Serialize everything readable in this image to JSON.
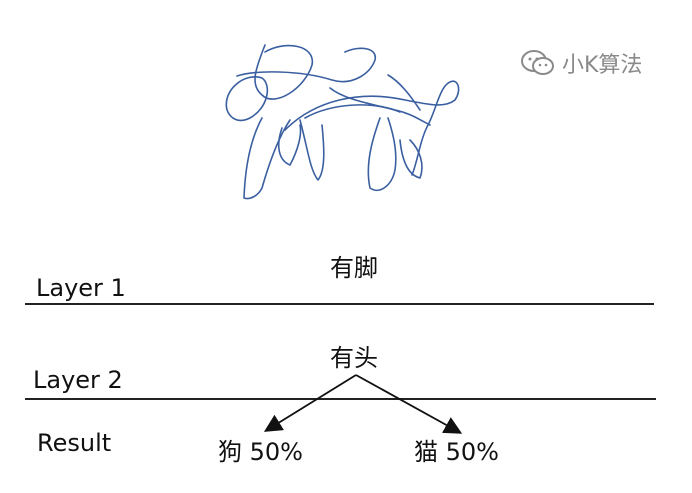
{
  "watermark": {
    "icon": "wechat-icon",
    "text": "小K算法"
  },
  "sketch": {
    "icon": "animal-sketch",
    "stroke_color": "#3a5fa0"
  },
  "layers": [
    {
      "name": "Layer 1",
      "feature": "有脚"
    },
    {
      "name": "Layer 2",
      "feature": "有头"
    }
  ],
  "result": {
    "label": "Result",
    "outcomes": [
      {
        "text": "狗 50%"
      },
      {
        "text": "猫 50%"
      }
    ]
  }
}
